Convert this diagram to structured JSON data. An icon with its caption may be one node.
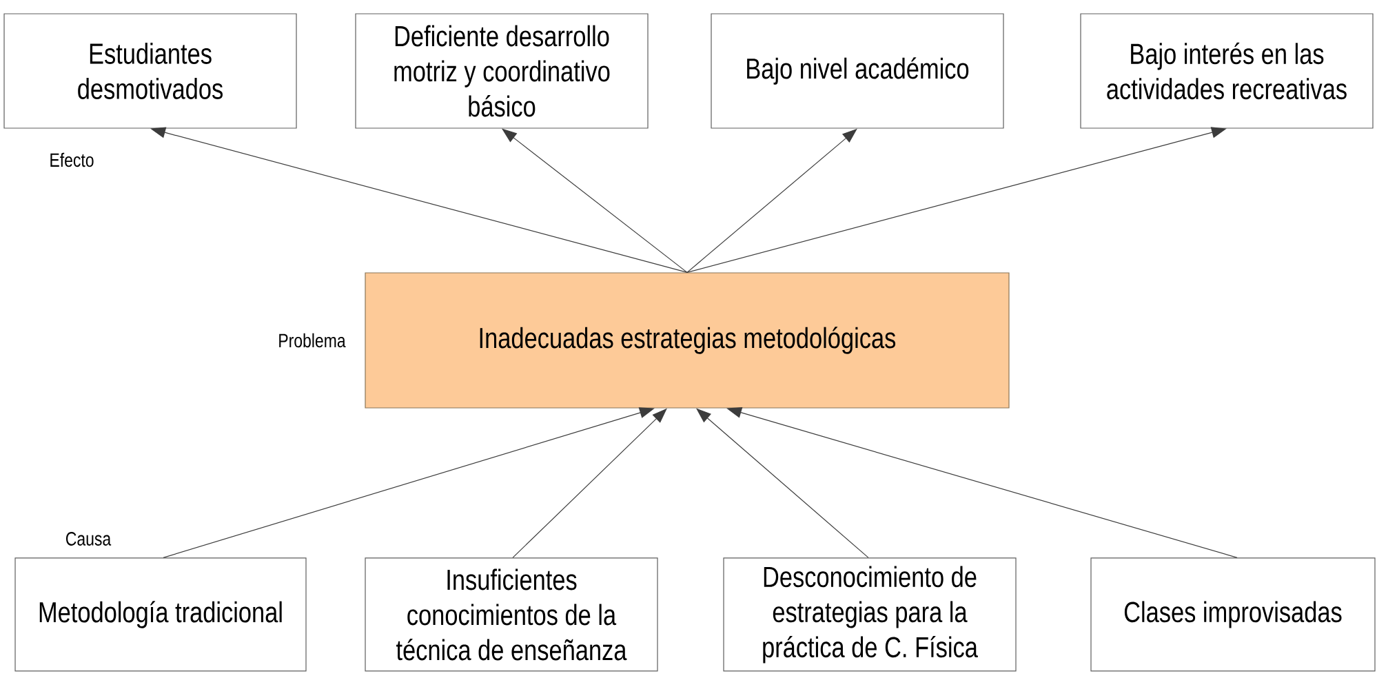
{
  "diagram": {
    "nodes": [
      {
        "text": [
          "Estudiantes desmotivados"
        ]
      },
      {
        "text": [
          "Deficiente desarrollo motriz y coordinativo básico"
        ]
      },
      {
        "text": [
          "Bajo nivel académico"
        ]
      },
      {
        "text": [
          "Bajo interés en las actividades recreativas"
        ]
      },
      {
        "text": [
          "Inadecuadas estrategias metodológicas"
        ]
      },
      {
        "text": [
          "Metodología tradicional"
        ]
      },
      {
        "text": [
          "Insuficientes conocimientos de la técnica de enseñanza"
        ]
      },
      {
        "text": [
          "Desconocimiento de estrategias para la práctica de C. Física"
        ]
      },
      {
        "text": [
          "Clases improvisadas"
        ]
      }
    ],
    "edges": [
      {
        "from": 4,
        "to": 0,
        "arrow": "to"
      },
      {
        "from": 4,
        "to": 1,
        "arrow": "to"
      },
      {
        "from": 4,
        "to": 2,
        "arrow": "to"
      },
      {
        "from": 4,
        "to": 3,
        "arrow": "to"
      },
      {
        "from": 5,
        "to": 4,
        "arrow": "to"
      },
      {
        "from": 6,
        "to": 4,
        "arrow": "to"
      },
      {
        "from": 7,
        "to": 4,
        "arrow": "to"
      },
      {
        "from": 8,
        "to": 4,
        "arrow": "to"
      }
    ],
    "labels": [
      "Efecto",
      "Problema",
      "Causa"
    ]
  }
}
